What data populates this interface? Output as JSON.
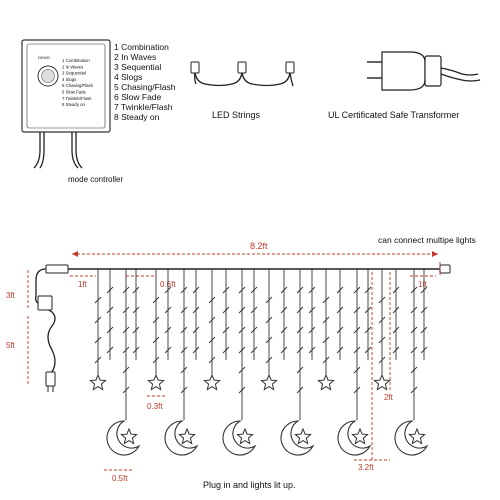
{
  "controller": {
    "title": "mode controller",
    "modes": [
      "1 Combination",
      "2 In Waves",
      "3 Sequential",
      "4 Slogs",
      "5 Chasing/Flash",
      "6 Slow Fade",
      "7 Twinkle/Flash",
      "8 Steady on"
    ]
  },
  "top_labels": {
    "led_strings": "LED Strings",
    "transformer": "UL Certificated Safe Transformer"
  },
  "dimensions": {
    "total_width": "8.2ft",
    "can_connect": "can connect multipe lights",
    "left_lead": "1ft",
    "right_lead": "1ft",
    "strand_gap": "0.6ft",
    "star_width": "0.3ft",
    "cable_top": "3ft",
    "cable_bottom": "5ft",
    "strand_length_long": "3.2ft",
    "strand_length_short": "2ft",
    "moon_width": "0.5ft"
  },
  "footer": {
    "caption": "Plug in and lights lit up."
  },
  "colors": {
    "dimension_red": "#c0392b",
    "line": "#222222"
  }
}
